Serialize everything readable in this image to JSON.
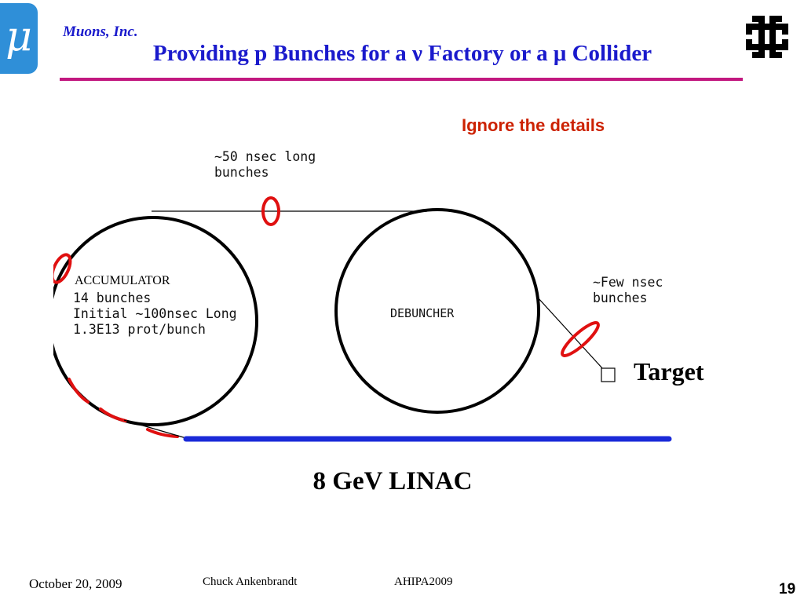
{
  "header": {
    "logo_glyph": "μ",
    "company": "Muons, Inc.",
    "title": "Providing p Bunches for a ν Factory or a μ Collider",
    "rule_color": "#c2187f",
    "title_color": "#1a1acc"
  },
  "icons": {
    "left_logo": "mu-logo-icon",
    "right_logo": "fermilab-logo-icon"
  },
  "note": "Ignore the details",
  "diagram": {
    "bunch_label_long": [
      "~50 nsec long",
      "bunches"
    ],
    "accumulator_title": "ACCUMULATOR",
    "accumulator_lines": [
      "14 bunches",
      "Initial ~100nsec Long",
      "1.3E13 prot/bunch"
    ],
    "debuncher_label": "DEBUNCHER",
    "bunch_label_short": [
      "~Few nsec",
      "bunches"
    ],
    "target_label": "Target",
    "linac_label": "8 GeV LINAC",
    "colors": {
      "bunch": "#e01010",
      "linac": "#1a2ad8",
      "ring": "#000000"
    }
  },
  "footer": {
    "date": "October 20, 2009",
    "author": "Chuck Ankenbrandt",
    "conference": "AHIPA2009",
    "page": "19"
  }
}
